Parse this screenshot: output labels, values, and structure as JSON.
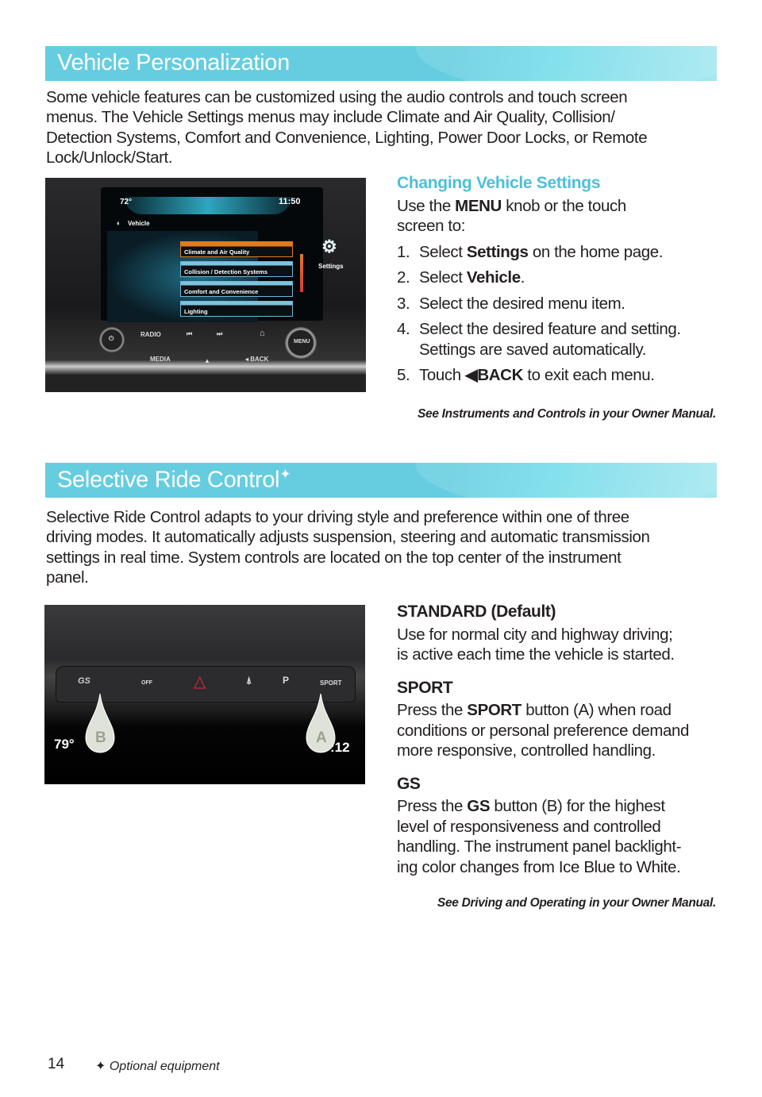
{
  "section1": {
    "title": "Vehicle Personalization",
    "intro_lines": [
      "Some vehicle features can be customized using the audio controls and touch screen",
      "menus. The Vehicle Settings menus may include Climate and Air Quality, Collision/",
      "Detection Systems, Comfort and Convenience, Lighting, Power Door Locks, or Remote",
      "Lock/Unlock/Start."
    ],
    "subheading": "Changing Vehicle Settings",
    "lead": {
      "a": "Use the ",
      "b": "MENU",
      "c": " knob or the touch",
      "d": "screen to:"
    },
    "steps": [
      {
        "n": "1.",
        "a": "Select ",
        "b": "Settings",
        "c": " on the home page."
      },
      {
        "n": "2.",
        "a": "Select ",
        "b": "Vehicle",
        "c": "."
      },
      {
        "n": "3.",
        "a": "Select the desired menu item.",
        "b": "",
        "c": ""
      },
      {
        "n": "4.",
        "a": "Select the desired feature and setting.",
        "b": "",
        "c": "",
        "line2": "Settings are saved automatically."
      },
      {
        "n": "5.",
        "a": "Touch ",
        "b": "◀BACK",
        "c": " to exit each menu."
      }
    ],
    "reference": "See Instruments and Controls in your Owner Manual.",
    "image": {
      "temp": "72°",
      "time": "11:50",
      "screen_title": "Vehicle",
      "menu_items": [
        "Climate and Air Quality",
        "Collision / Detection Systems",
        "Comfort and Convenience",
        "Lighting"
      ],
      "settings_label": "Settings",
      "buttons": {
        "radio": "RADIO",
        "media": "MEDIA",
        "back": "◂ BACK",
        "menu": "MENU",
        "prev": "⏮",
        "next": "⏭",
        "eject": "▲",
        "home": "⌂"
      }
    }
  },
  "section2": {
    "title": "Selective Ride Control",
    "title_mark": "✦",
    "intro_lines": [
      "Selective Ride Control adapts to your driving style and preference within one of three",
      "driving modes. It automatically adjusts suspension, steering and automatic transmission",
      "settings in real time. System controls are located on the top center of the instrument",
      "panel."
    ],
    "modes": [
      {
        "heading": "STANDARD (Default)",
        "lines": [
          [
            "Use for normal city and highway driving;"
          ],
          [
            "is active each time the vehicle is started."
          ]
        ]
      },
      {
        "heading": "SPORT",
        "lines": [
          [
            "Press the ",
            "SPORT",
            " button (A) when road"
          ],
          [
            "conditions or personal preference demand"
          ],
          [
            "more responsive, controlled handling."
          ]
        ]
      },
      {
        "heading": "GS",
        "lines": [
          [
            "Press the ",
            "GS",
            " button (B) for the highest"
          ],
          [
            "level of responsiveness and controlled"
          ],
          [
            "handling. The instrument panel backlight-"
          ],
          [
            "ing color changes from Ice Blue to White."
          ]
        ]
      }
    ],
    "reference": "See Driving and Operating in your Owner Manual.",
    "image": {
      "gs_label": "GS",
      "traction_label": "OFF",
      "park_label": "P",
      "sport_label": "SPORT",
      "callout_a": "A",
      "callout_b": "B",
      "temp": "79°",
      "time": ":12",
      "hazard_color": "#e0283a"
    }
  },
  "footer": {
    "page_number": "14",
    "optional_mark": "✦",
    "optional_text": "Optional equipment"
  },
  "colors": {
    "banner": "#66cde0",
    "subheading": "#4dbfd9",
    "text": "#231f20"
  }
}
